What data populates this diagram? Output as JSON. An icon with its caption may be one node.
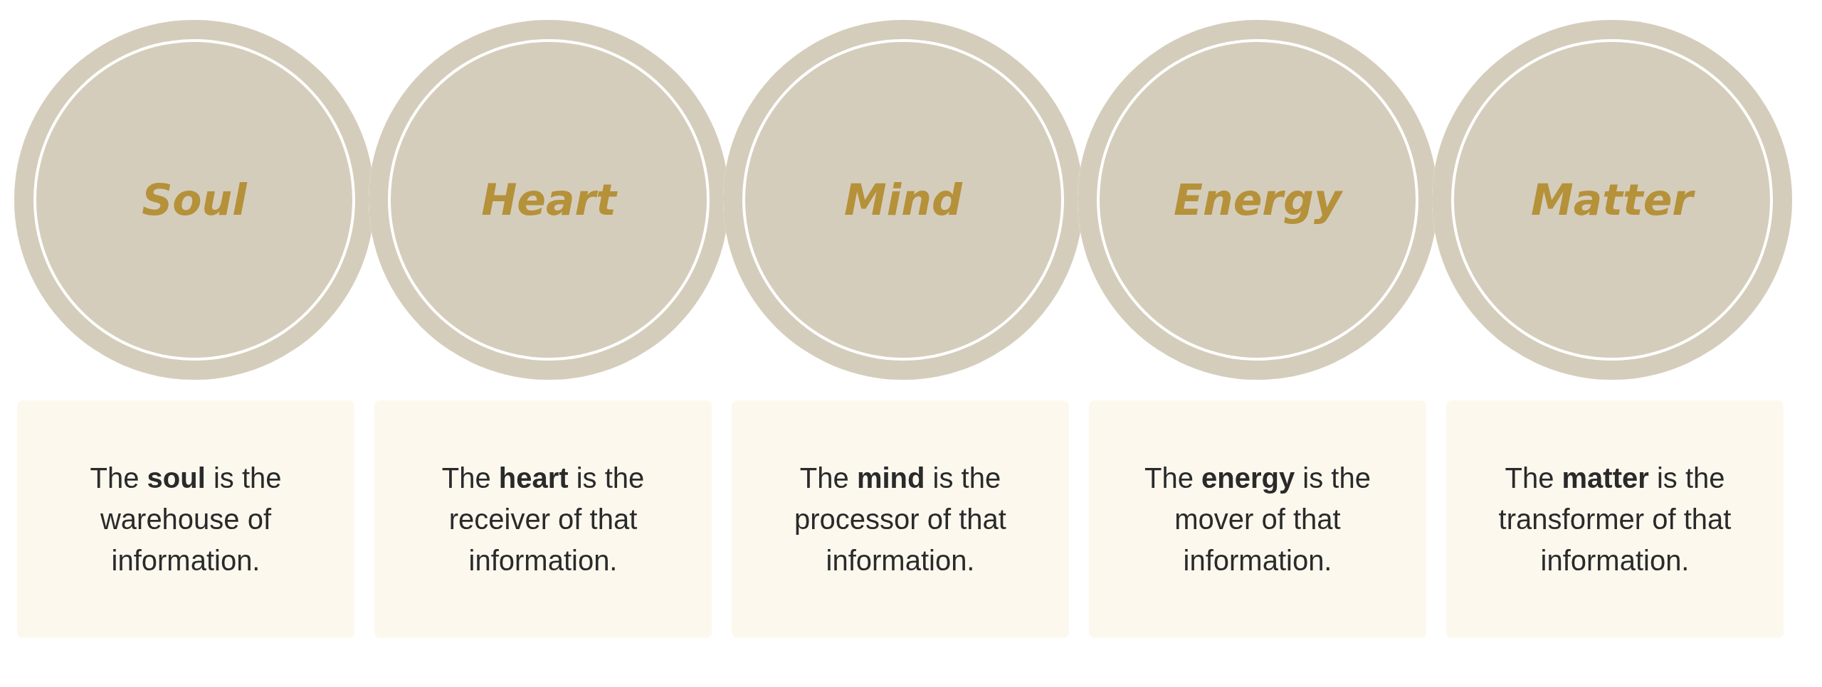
{
  "diagram": {
    "nodes": [
      {
        "text": [
          "Soul"
        ]
      },
      {
        "text": [
          "Heart"
        ]
      },
      {
        "text": [
          "Mind"
        ]
      },
      {
        "text": [
          "Energy"
        ]
      },
      {
        "text": [
          "Matter"
        ]
      },
      {
        "text": [
          "The **soul** is the warehouse of information."
        ]
      },
      {
        "text": [
          "The **heart** is the receiver of that information."
        ]
      },
      {
        "text": [
          "The **mind** is the processor of that information."
        ]
      },
      {
        "text": [
          "The **energy** is the mover of that information."
        ]
      },
      {
        "text": [
          "The **matter** is the transformer of that information."
        ]
      }
    ]
  }
}
